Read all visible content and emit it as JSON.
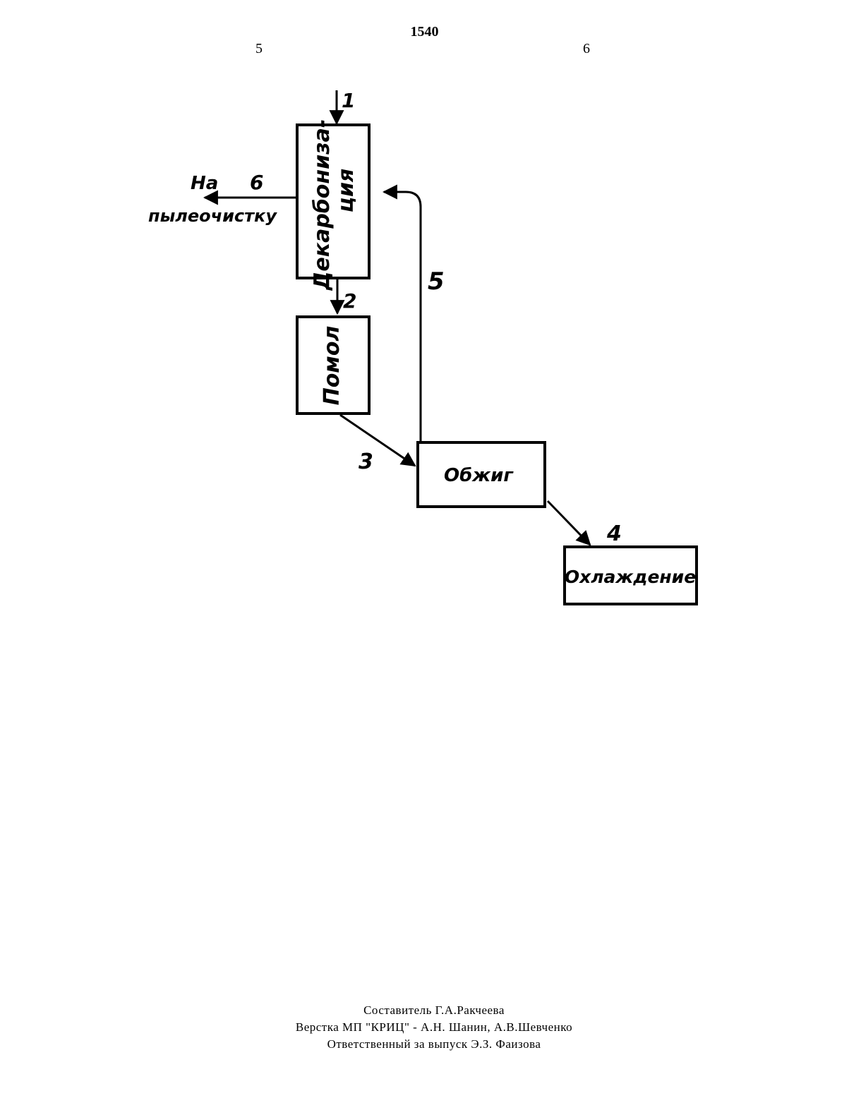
{
  "header": {
    "patent_number": "1540",
    "column_left": "5",
    "column_right": "6"
  },
  "diagram": {
    "blocks": {
      "decarbonization": [
        "Декарбониза-",
        "ция"
      ],
      "grinding": "Помол",
      "roasting": "Обжиг",
      "cooling": "Охлаждение"
    },
    "exhaust_label": [
      "На",
      "пылеочистку"
    ],
    "stream_numbers": [
      "1",
      "2",
      "3",
      "4",
      "5",
      "6"
    ]
  },
  "footer": {
    "compiler": "Составитель  Г.А.Ракчеева",
    "layout": "Верстка  МП  \"КРИЦ\"  -   А.Н.  Шанин,   А.В.Шевченко",
    "responsible": "Ответственный  за  выпуск  Э.З.  Фаизова"
  }
}
